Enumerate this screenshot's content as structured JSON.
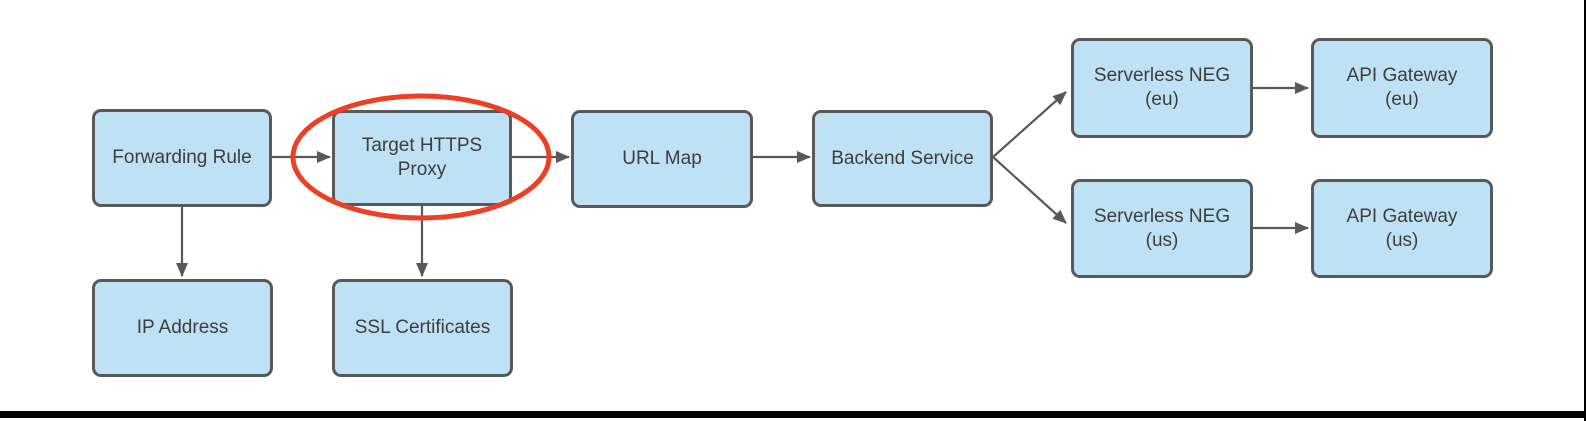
{
  "diagram": {
    "colors": {
      "node_fill": "#BEE1F4",
      "node_border": "#58595B",
      "arrow": "#58595B",
      "text": "#3E3E3E",
      "highlight": "#EE3E23",
      "frame": "#000000"
    },
    "nodes": [
      {
        "id": "forwarding-rule",
        "label": "Forwarding Rule"
      },
      {
        "id": "target-https-proxy",
        "label": "Target HTTPS\nProxy",
        "highlighted": true
      },
      {
        "id": "url-map",
        "label": "URL Map"
      },
      {
        "id": "backend-service",
        "label": "Backend Service"
      },
      {
        "id": "serverless-neg-eu",
        "label": "Serverless NEG\n(eu)"
      },
      {
        "id": "api-gateway-eu",
        "label": "API Gateway\n(eu)"
      },
      {
        "id": "serverless-neg-us",
        "label": "Serverless NEG\n(us)"
      },
      {
        "id": "api-gateway-us",
        "label": "API Gateway\n(us)"
      },
      {
        "id": "ip-address",
        "label": "IP Address"
      },
      {
        "id": "ssl-certificates",
        "label": "SSL Certificates"
      }
    ],
    "edges": [
      {
        "from": "forwarding-rule",
        "to": "target-https-proxy"
      },
      {
        "from": "target-https-proxy",
        "to": "url-map"
      },
      {
        "from": "url-map",
        "to": "backend-service"
      },
      {
        "from": "backend-service",
        "to": "serverless-neg-eu"
      },
      {
        "from": "backend-service",
        "to": "serverless-neg-us"
      },
      {
        "from": "serverless-neg-eu",
        "to": "api-gateway-eu"
      },
      {
        "from": "serverless-neg-us",
        "to": "api-gateway-us"
      },
      {
        "from": "forwarding-rule",
        "to": "ip-address"
      },
      {
        "from": "target-https-proxy",
        "to": "ssl-certificates"
      }
    ],
    "annotations": [
      {
        "type": "ellipse",
        "target": "target-https-proxy",
        "color": "#EE3E23"
      }
    ]
  }
}
